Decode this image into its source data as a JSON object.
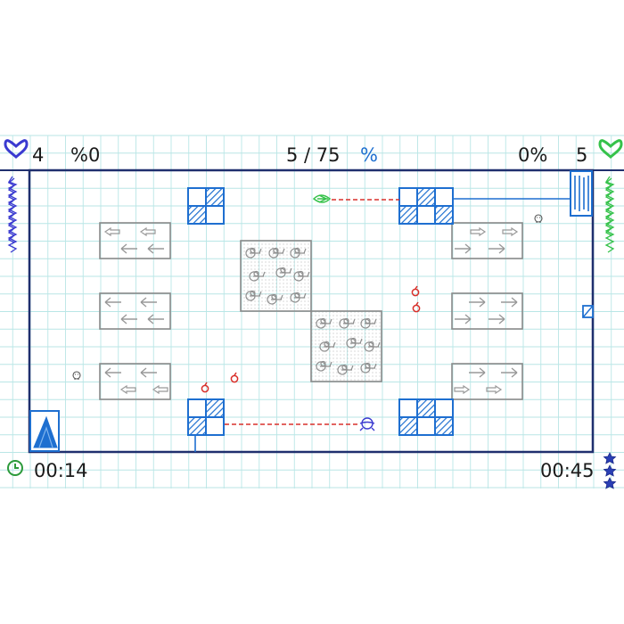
{
  "hud": {
    "left_lives": "4",
    "left_percent": "%0",
    "progress": "5 / 75",
    "progress_symbol": "%",
    "right_percent": "0%",
    "right_lives": "5",
    "timer_left": "00:14",
    "timer_right": "00:45"
  },
  "icons": {
    "left_player": "blue-heart-icon",
    "right_player": "green-heart-icon",
    "clock": "clock-icon",
    "stars": "star-icons"
  },
  "colors": {
    "blue": "#1e6fd0",
    "green": "#35c24a",
    "red": "#d9302b",
    "grid": "#aee3e3",
    "gray": "#8a8a8a",
    "navy": "#1f2f6e"
  }
}
